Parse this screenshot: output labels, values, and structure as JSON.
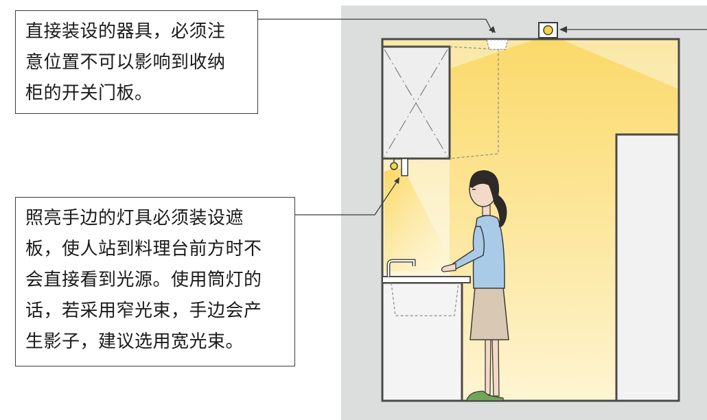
{
  "annotations": {
    "top_note": {
      "lines": [
        "直接装设的器具，必须注",
        "意位置不可以影响到收纳",
        "柜的开关门板。"
      ]
    },
    "bottom_note": {
      "lines": [
        "照亮手边的灯具必须装设遮",
        "板，使人站到料理台前方时不",
        "会直接看到光源。使用筒灯的",
        "话，若采用窄光束，手边会产",
        "生影子，建议选用宽光束。"
      ]
    }
  },
  "colors": {
    "wall_gray": "#dcdddd",
    "room_white": "#ffffff",
    "light_yellow": "#fde9a0",
    "outline": "#4a4a4a",
    "cabinet_fill": "#eeeeef",
    "shirt_blue": "#a9cbe8",
    "skirt_beige": "#d9c8b3",
    "hair_dark": "#2e2a28",
    "slipper_green": "#6fa657",
    "lamp_yellow": "#f7d34a"
  }
}
